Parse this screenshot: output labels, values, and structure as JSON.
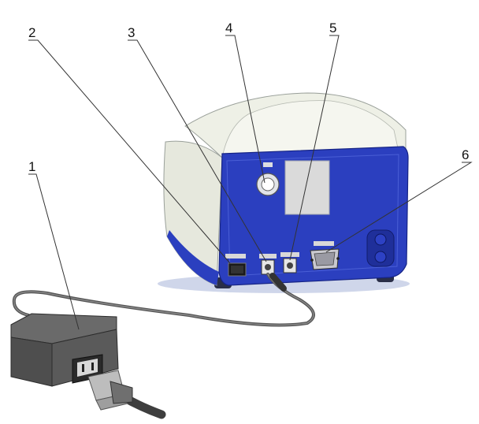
{
  "callouts": [
    {
      "id": "1",
      "label": "1"
    },
    {
      "id": "2",
      "label": "2"
    },
    {
      "id": "3",
      "label": "3"
    },
    {
      "id": "4",
      "label": "4"
    },
    {
      "id": "5",
      "label": "5"
    },
    {
      "id": "6",
      "label": "6"
    }
  ],
  "colors": {
    "housing": "#eceee4",
    "housing_shade": "#d6d8cc",
    "back_panel": "#2b3fbf",
    "back_panel_dark": "#1e2f9a",
    "adapter": "#5c5c5c",
    "cable": "#555555",
    "connector": "#8f8f8f",
    "display_window": "#dadada"
  }
}
